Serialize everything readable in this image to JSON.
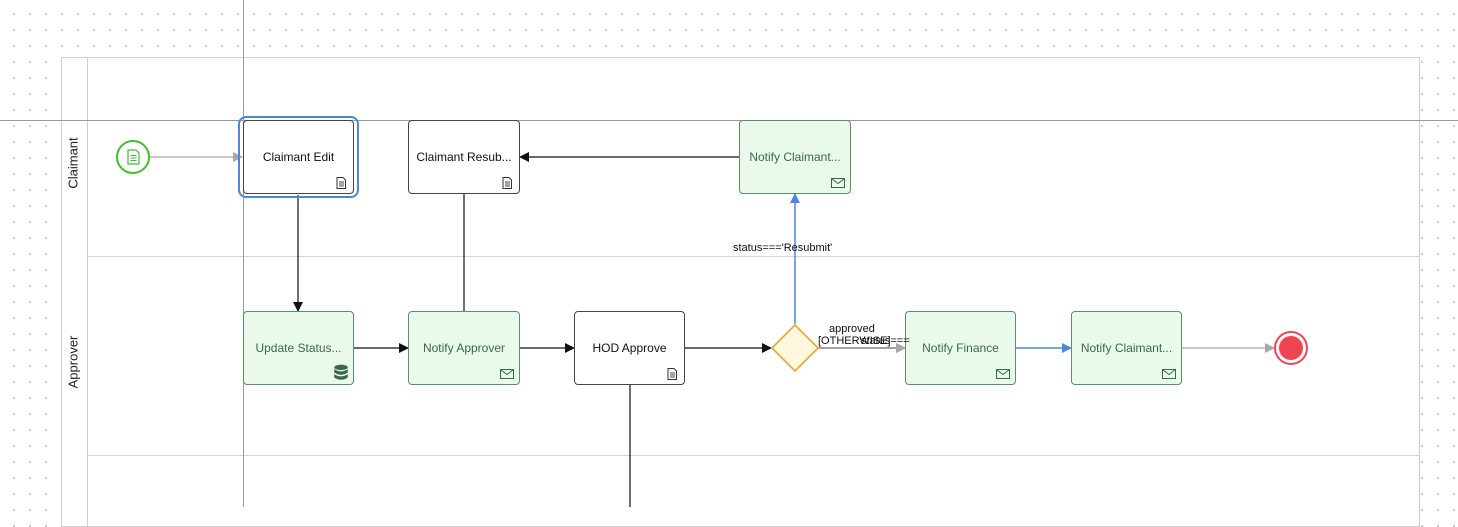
{
  "lanes": [
    {
      "label": "Claimant"
    },
    {
      "label": "Approver"
    }
  ],
  "tasks": {
    "claimant_edit": {
      "label": "Claimant Edit",
      "icon": "document-icon"
    },
    "claimant_resubmit": {
      "label": "Claimant Resub...",
      "icon": "document-icon"
    },
    "notify_claimant_top": {
      "label": "Notify Claimant...",
      "icon": "envelope-icon"
    },
    "update_status": {
      "label": "Update Status...",
      "icon": "database-icon"
    },
    "notify_approver": {
      "label": "Notify Approver",
      "icon": "envelope-icon"
    },
    "hod_approve": {
      "label": "HOD Approve",
      "icon": "document-icon"
    },
    "notify_finance": {
      "label": "Notify Finance",
      "icon": "envelope-icon"
    },
    "notify_claimant_bottom": {
      "label": "Notify Claimant...",
      "icon": "envelope-icon"
    }
  },
  "edge_labels": {
    "resubmit": "status==='Resubmit'",
    "approved": "approved",
    "otherwise": "[OTHERWISE]",
    "status_overlap": "status==="
  },
  "colors": {
    "selection": "#4a88e0",
    "sequence_flow_blue": "#4a88e0",
    "start_event": "#3fbf2e",
    "end_event": "#f04452",
    "gateway_fill": "#fff8dc",
    "gateway_stroke": "#e7ad3a",
    "service_task_fill": "#e9faec"
  }
}
